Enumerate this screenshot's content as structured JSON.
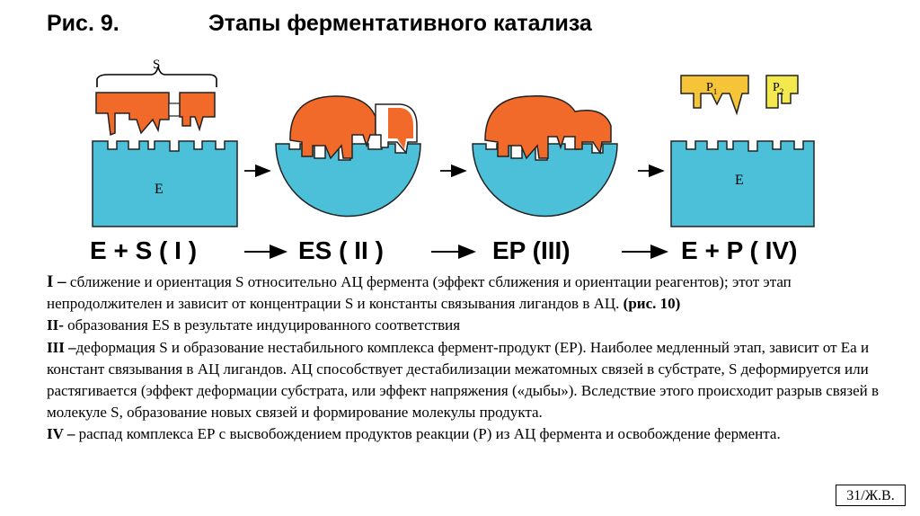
{
  "title": {
    "fig": "Рис. 9.",
    "main": "Этапы ферментативного катализа"
  },
  "diagram": {
    "labels": {
      "substrate": "S",
      "enzyme": "E",
      "product1": "P",
      "product1_sub": "1",
      "product2": "P",
      "product2_sub": "2"
    },
    "stages": [
      "E + S ( I )",
      "ES ( II )",
      "EP (III)",
      "E + P ( IV)"
    ],
    "colors": {
      "enzyme": "#4cc0d8",
      "substrate": "#f26a2a",
      "product1": "#f5c438",
      "product2": "#f3e84e"
    }
  },
  "paragraphs": [
    {
      "head": "I –",
      "text": " сближение и ориентация S относительно АЦ фермента (эффект сближения и ориентации реагентов); этот этап непродолжителен и зависит от концентрации S и константы связывания лигандов в АЦ.",
      "tail": " (рис. 10)"
    },
    {
      "head": "II-",
      "text": " образования ES в результате индуцированного соответствия",
      "tail": ""
    },
    {
      "head": "III –",
      "text": "деформация S и образование нестабильного комплекса фермент-продукт (ЕР). Наиболее медленный этап, зависит от Еа и констант связывания в АЦ лигандов. АЦ способствует дестабилизации межатомных связей в субстрате, S деформируется или растягивается (эффект деформации субстрата, или эффект напряжения («дыбы»). Вследствие этого происходит разрыв связей в молекуле S, образование новых связей и формирование молекулы продукта.",
      "tail": ""
    },
    {
      "head": "IV –",
      "text": " распад комплекса ЕР с высвобождением продуктов реакции (Р) из АЦ фермента и освобождение фермента.",
      "tail": ""
    }
  ],
  "footer": "31/Ж.В."
}
